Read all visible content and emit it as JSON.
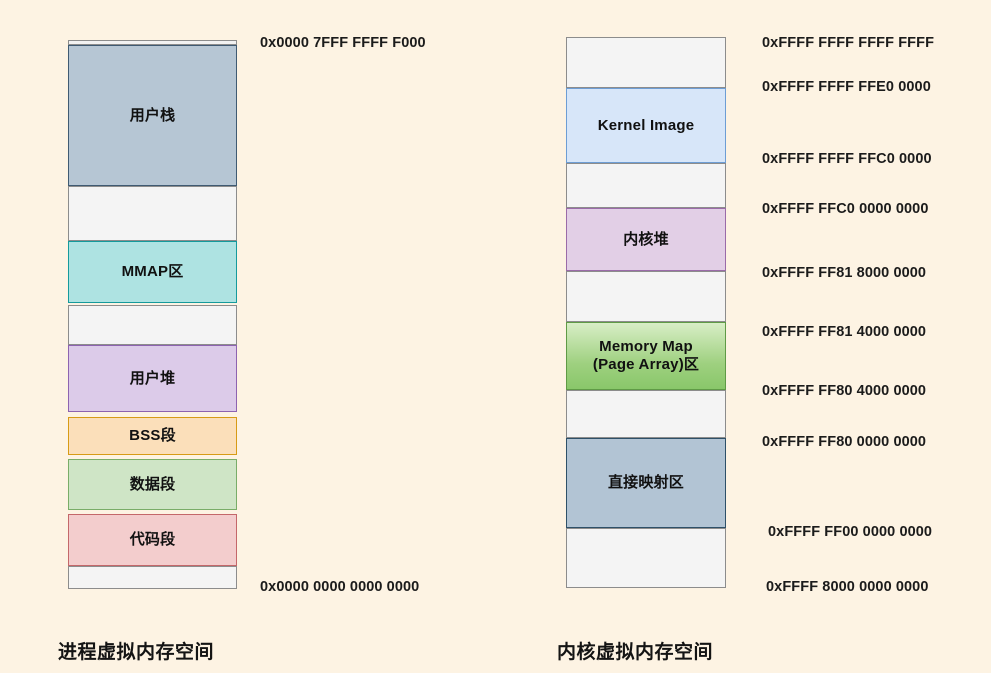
{
  "background_color": "#fdf3e3",
  "diagrams": [
    {
      "id": "process-virtual-memory",
      "caption": "进程虚拟内存空间",
      "regions": [
        {
          "label": "",
          "name": "process-top-rule",
          "kind": "rule"
        },
        {
          "label": "用户栈",
          "name": "user-stack",
          "kind": "region",
          "color": "#b6c6d4"
        },
        {
          "label": "",
          "name": "gap-below-stack",
          "kind": "gap",
          "color": "#f4f4f4"
        },
        {
          "label": "MMAP区",
          "name": "mmap-area",
          "kind": "region",
          "color": "#aee3e2"
        },
        {
          "label": "",
          "name": "gap-below-mmap",
          "kind": "gap",
          "color": "#f4f4f4"
        },
        {
          "label": "用户堆",
          "name": "user-heap",
          "kind": "region",
          "color": "#dccbe9"
        },
        {
          "label": "BSS段",
          "name": "bss-segment",
          "kind": "region",
          "color": "#fbdfba"
        },
        {
          "label": "数据段",
          "name": "data-segment",
          "kind": "region",
          "color": "#cfe5c6"
        },
        {
          "label": "代码段",
          "name": "text-segment",
          "kind": "region",
          "color": "#f3cdcd"
        },
        {
          "label": "",
          "name": "gap-bottom",
          "kind": "gap",
          "color": "#f4f4f4"
        }
      ],
      "addresses": [
        {
          "name": "addr-process-top",
          "text": "0x0000 7FFF FFFF F000"
        },
        {
          "name": "addr-process-bottom",
          "text": "0x0000 0000 0000 0000"
        }
      ]
    },
    {
      "id": "kernel-virtual-memory",
      "caption": "内核虚拟内存空间",
      "regions": [
        {
          "label": "",
          "name": "gap-top",
          "kind": "gap",
          "color": "#f4f4f4"
        },
        {
          "label": "Kernel Image",
          "name": "kernel-image",
          "kind": "region",
          "color": "#d7e6f9"
        },
        {
          "label": "",
          "name": "gap-below-kernel-image",
          "kind": "gap",
          "color": "#f4f4f4"
        },
        {
          "label": "内核堆",
          "name": "kernel-heap",
          "kind": "region",
          "color": "#e2cfe6"
        },
        {
          "label": "",
          "name": "gap-below-kernel-heap",
          "kind": "gap",
          "color": "#f4f4f4"
        },
        {
          "label": "Memory Map\n(Page Array)区",
          "name": "memory-map-page-array",
          "kind": "region",
          "color": "#9ed07f"
        },
        {
          "label": "",
          "name": "gap-below-memory-map",
          "kind": "gap",
          "color": "#f4f4f4"
        },
        {
          "label": "直接映射区",
          "name": "direct-mapping-area",
          "kind": "region",
          "color": "#b2c4d4"
        },
        {
          "label": "",
          "name": "gap-bottom",
          "kind": "gap",
          "color": "#f4f4f4"
        }
      ],
      "addresses": [
        {
          "name": "addr-kernel-1",
          "text": "0xFFFF FFFF FFFF FFFF"
        },
        {
          "name": "addr-kernel-2",
          "text": "0xFFFF FFFF FFE0 0000"
        },
        {
          "name": "addr-kernel-3",
          "text": "0xFFFF FFFF FFC0 0000"
        },
        {
          "name": "addr-kernel-4",
          "text": "0xFFFF FFC0 0000 0000"
        },
        {
          "name": "addr-kernel-5",
          "text": "0xFFFF FF81 8000 0000"
        },
        {
          "name": "addr-kernel-6",
          "text": "0xFFFF FF81 4000 0000"
        },
        {
          "name": "addr-kernel-7",
          "text": "0xFFFF FF80 4000 0000"
        },
        {
          "name": "addr-kernel-8",
          "text": "0xFFFF FF80 0000 0000"
        },
        {
          "name": "addr-kernel-9",
          "text": "0xFFFF FF00 0000 0000"
        },
        {
          "name": "addr-kernel-10",
          "text": "0xFFFF 8000 0000 0000"
        }
      ]
    }
  ],
  "memory_map_label_line1": "Memory Map",
  "memory_map_label_line2": "(Page Array)区"
}
